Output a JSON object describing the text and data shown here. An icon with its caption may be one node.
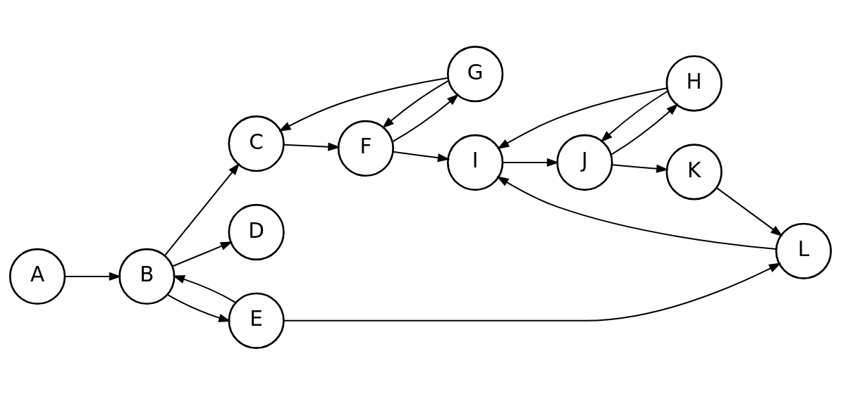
{
  "diagram": {
    "nodes": [
      {
        "text": [
          "A"
        ]
      },
      {
        "text": [
          "B"
        ]
      },
      {
        "text": [
          "C"
        ]
      },
      {
        "text": [
          "D"
        ]
      },
      {
        "text": [
          "E"
        ]
      },
      {
        "text": [
          "F"
        ]
      },
      {
        "text": [
          "G"
        ]
      },
      {
        "text": [
          "H"
        ]
      },
      {
        "text": [
          "I"
        ]
      },
      {
        "text": [
          "J"
        ]
      },
      {
        "text": [
          "K"
        ]
      },
      {
        "text": [
          "L"
        ]
      }
    ],
    "edges": [
      {
        "from": 0,
        "to": 1,
        "arrow": "to"
      },
      {
        "from": 1,
        "to": 2,
        "arrow": "to"
      },
      {
        "from": 1,
        "to": 3,
        "arrow": "to"
      },
      {
        "from": 1,
        "to": 4,
        "arrow": "to"
      },
      {
        "from": 4,
        "to": 1,
        "arrow": "to"
      },
      {
        "from": 2,
        "to": 5,
        "arrow": "to"
      },
      {
        "from": 6,
        "to": 2,
        "arrow": "to"
      },
      {
        "from": 5,
        "to": 6,
        "arrow": "to"
      },
      {
        "from": 6,
        "to": 5,
        "arrow": "to"
      },
      {
        "from": 5,
        "to": 8,
        "arrow": "to"
      },
      {
        "from": 7,
        "to": 8,
        "arrow": "to"
      },
      {
        "from": 7,
        "to": 9,
        "arrow": "to"
      },
      {
        "from": 9,
        "to": 7,
        "arrow": "to"
      },
      {
        "from": 8,
        "to": 9,
        "arrow": "to"
      },
      {
        "from": 9,
        "to": 10,
        "arrow": "to"
      },
      {
        "from": 10,
        "to": 11,
        "arrow": "to"
      },
      {
        "from": 11,
        "to": 8,
        "arrow": "to"
      },
      {
        "from": 4,
        "to": 11,
        "arrow": "to"
      }
    ]
  }
}
